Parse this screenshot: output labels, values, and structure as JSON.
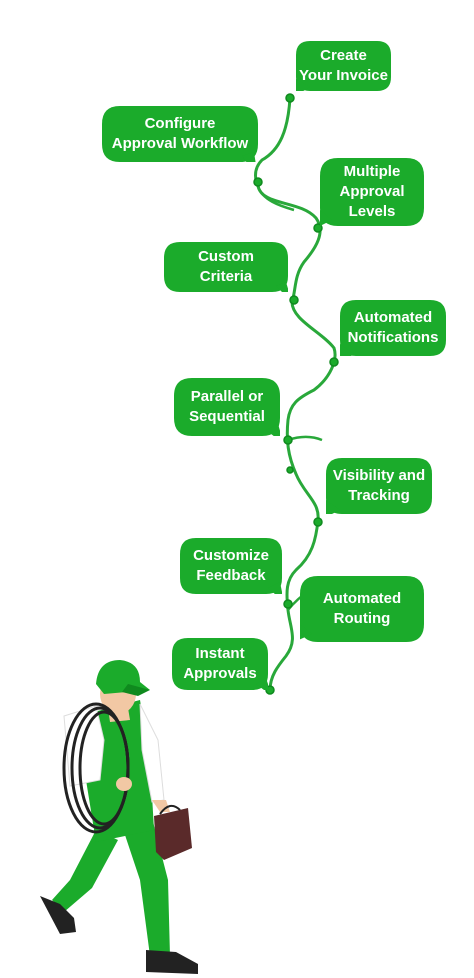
{
  "colors": {
    "accent": "#1bab2b",
    "accent_dark": "#0f8a1e",
    "line": "#29a83a",
    "background": "#ffffff",
    "text": "#ffffff",
    "figure_skin": "#f2c8a4",
    "figure_shirt": "#ffffff",
    "figure_dark": "#222222",
    "figure_toolbox": "#5a2a2a"
  },
  "steps": [
    {
      "id": "create-invoice",
      "label": "Create\nYour Invoice"
    },
    {
      "id": "configure-approval-workflow",
      "label": "Configure\nApproval Workflow"
    },
    {
      "id": "multiple-approval-levels",
      "label": "Multiple\nApproval\nLevels"
    },
    {
      "id": "custom-criteria",
      "label": "Custom\nCriteria"
    },
    {
      "id": "automated-notifications",
      "label": "Automated\nNotifications"
    },
    {
      "id": "parallel-or-sequential",
      "label": "Parallel or\nSequential"
    },
    {
      "id": "visibility-and-tracking",
      "label": "Visibility and\nTracking"
    },
    {
      "id": "customize-feedback",
      "label": "Customize\nFeedback"
    },
    {
      "id": "automated-routing",
      "label": "Automated\nRouting"
    },
    {
      "id": "instant-approvals",
      "label": "Instant\nApprovals"
    }
  ],
  "icons": {
    "worker": "worker-carrying-cable-illustration"
  }
}
